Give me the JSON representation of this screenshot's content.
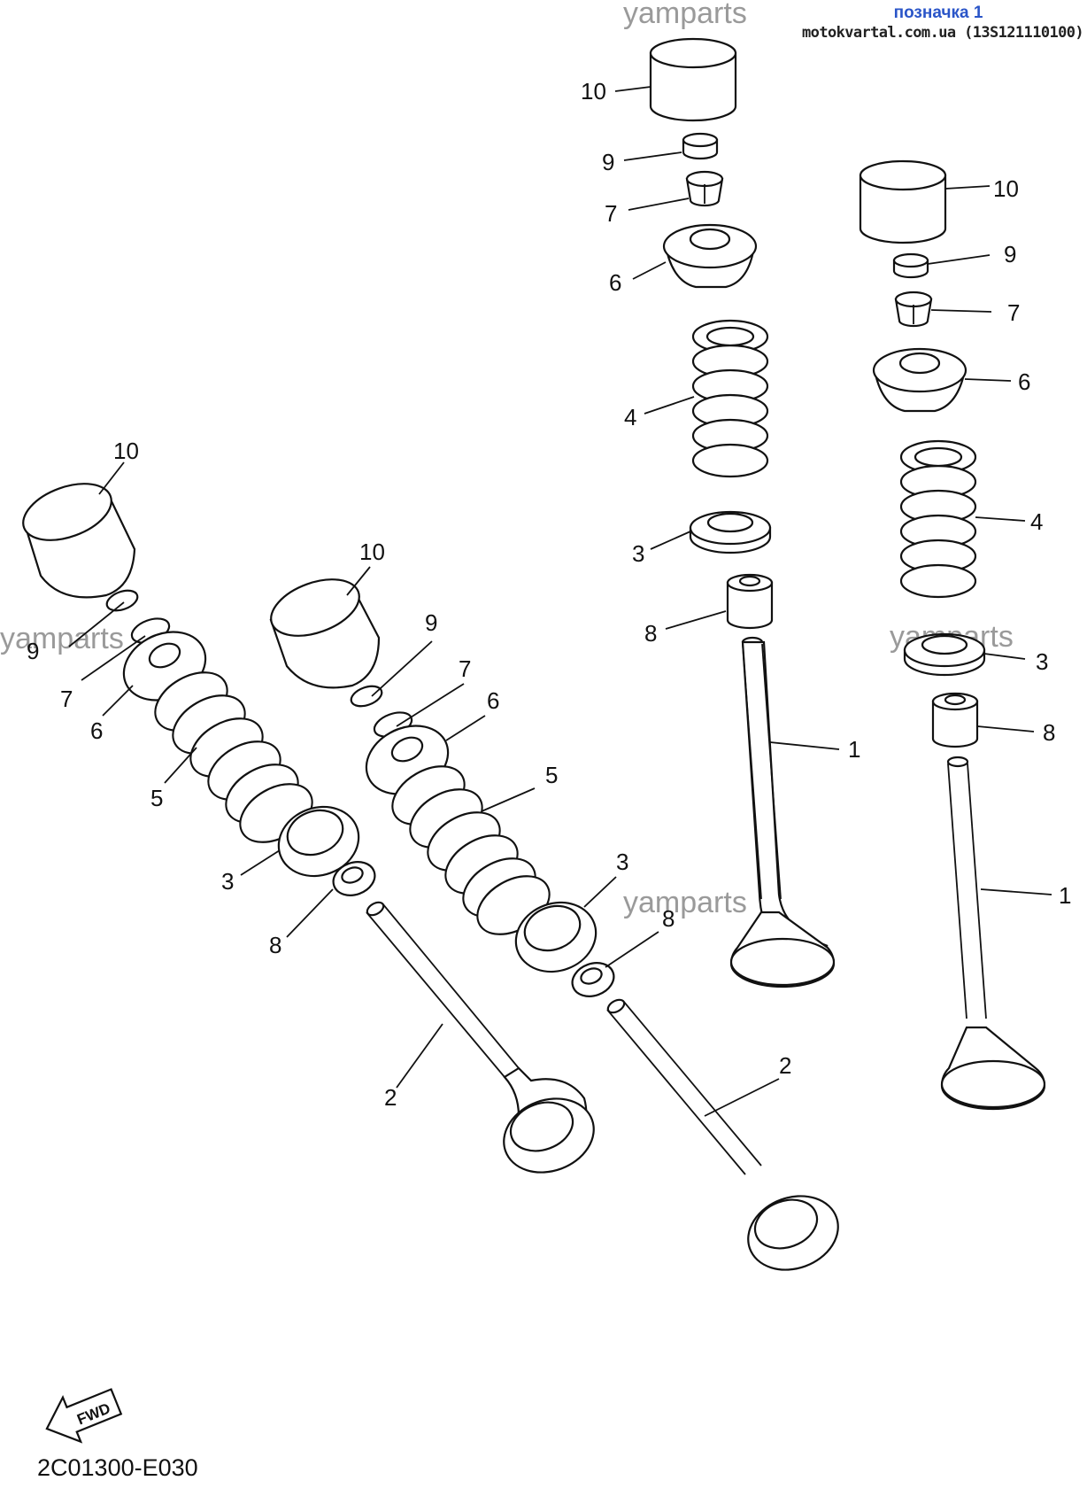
{
  "header": {
    "title": "позначка 1",
    "site": "motokvartal.com.ua (13S121110100)"
  },
  "watermark": "yamparts",
  "diagram_code": "2C01300-E030",
  "fwd_label": "FWD",
  "labels": {
    "n1": "1",
    "n2": "2",
    "n3": "3",
    "n4": "4",
    "n5": "5",
    "n6": "6",
    "n7": "7",
    "n8": "8",
    "n9": "9",
    "n10": "10"
  }
}
